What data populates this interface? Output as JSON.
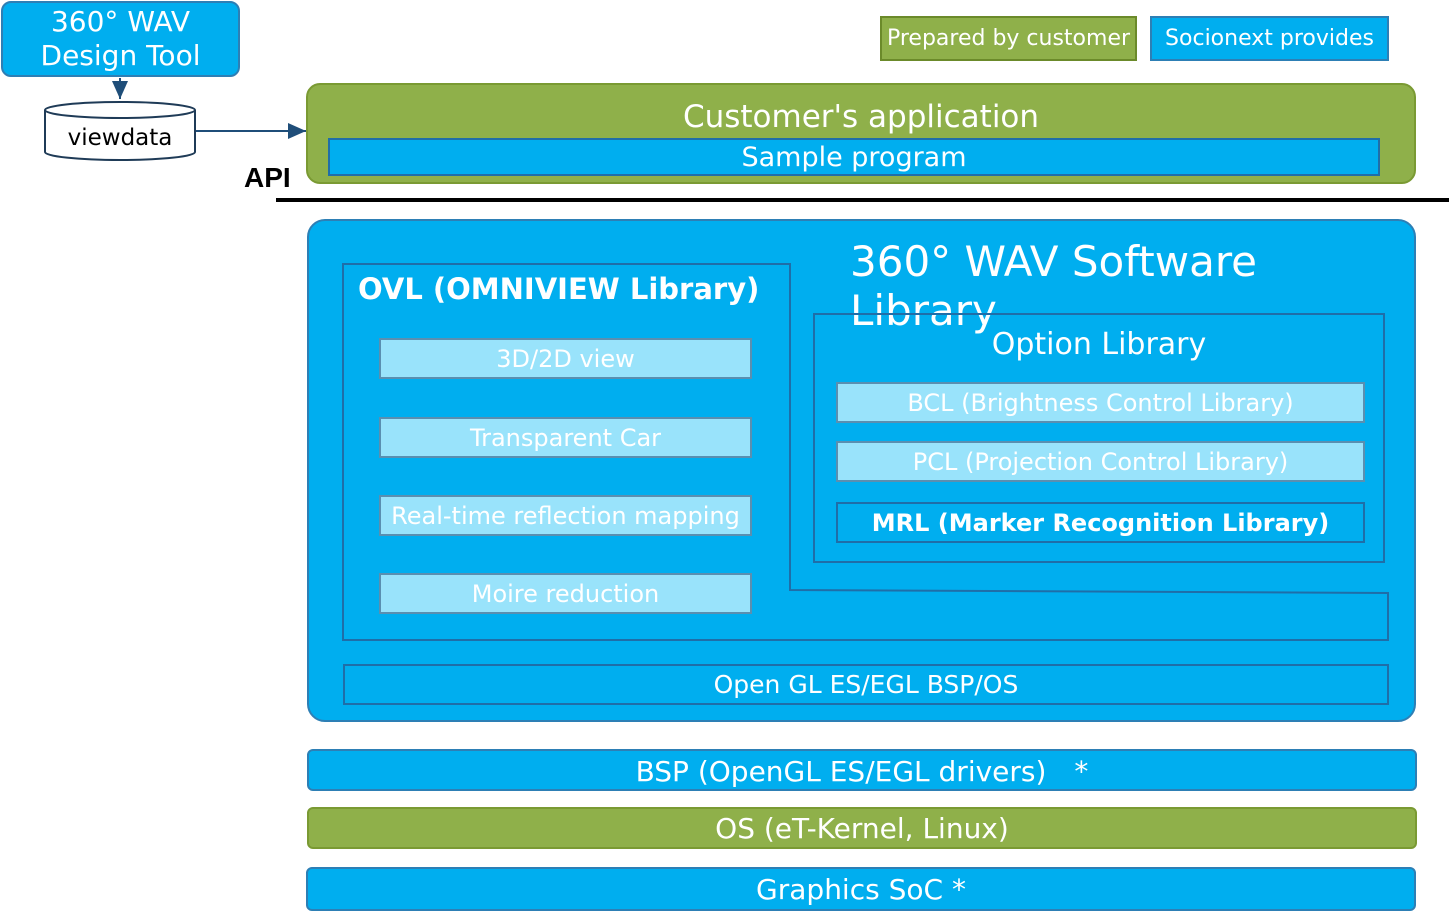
{
  "design_tool": {
    "line1": "360° WAV",
    "line2": "Design Tool"
  },
  "viewdata": "viewdata",
  "legend": {
    "customer": "Prepared by customer",
    "socionext": "Socionext provides"
  },
  "application": {
    "title": "Customer's application",
    "sample": "Sample program"
  },
  "api_label": "API",
  "library": {
    "title": "360° WAV Software Library",
    "ovl": {
      "title": "OVL (OMNIVIEW Library)",
      "items": [
        "3D/2D view",
        "Transparent Car",
        "Real-time reflection mapping",
        "Moire reduction"
      ]
    },
    "option": {
      "title": "Option Library",
      "items": [
        "BCL (Brightness Control Library)",
        "PCL (Projection Control Library)",
        "MRL (Marker Recognition Library)"
      ]
    },
    "opengl": "Open GL ES/EGL BSP/OS"
  },
  "stack": {
    "bsp": "BSP (OpenGL ES/EGL drivers)　*",
    "os": "OS (eT-Kernel, Linux)",
    "soc": "Graphics SoC *"
  },
  "colors": {
    "socionext_blue": "#00aeef",
    "customer_green": "#8fb04a",
    "light_blue": "#99e3fb"
  }
}
